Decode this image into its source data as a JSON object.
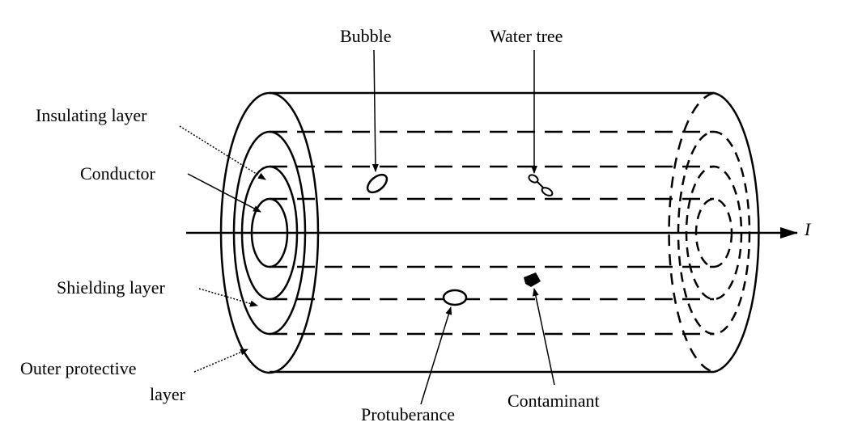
{
  "labels": {
    "bubble": "Bubble",
    "water_tree": "Water tree",
    "insulating_layer": "Insulating layer",
    "conductor": "Conductor",
    "shielding_layer": "Shielding layer",
    "outer_protective_line1": "Outer protective",
    "outer_protective_line2": "layer",
    "protuberance": "Protuberance",
    "contaminant": "Contaminant",
    "current_axis": "I"
  },
  "colors": {
    "stroke": "#000000",
    "background": "#ffffff"
  }
}
